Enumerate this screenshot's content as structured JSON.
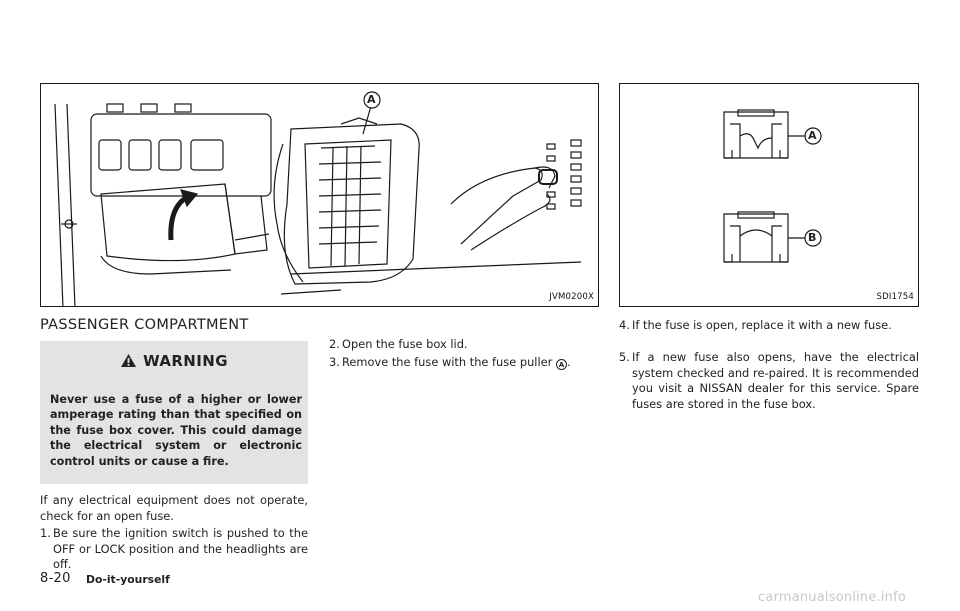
{
  "figures": {
    "main_code": "JVM0200X",
    "fuse_code": "SDI1754",
    "callout_a": "A",
    "callout_b": "B"
  },
  "section": {
    "heading": "PASSENGER COMPARTMENT"
  },
  "warning": {
    "title": "WARNING",
    "icon": "warning-triangle-icon",
    "text": "Never use a fuse of a higher or lower amperage rating than that specified on the fuse box cover. This could damage the electrical system or electronic control units or cause a fire."
  },
  "intro": "If any electrical equipment does not operate, check for an open fuse.",
  "steps": [
    {
      "num": "1.",
      "text": "Be sure the ignition switch is pushed to the OFF or LOCK position and the headlights are off."
    },
    {
      "num": "2.",
      "text": "Open the fuse box lid."
    },
    {
      "num": "3.",
      "text": "Remove the fuse with the fuse puller",
      "callout": "A"
    },
    {
      "num": "4.",
      "text": "If the fuse is open, replace it with a new fuse."
    },
    {
      "num": "5.",
      "text": "If a new fuse also opens, have the electrical system checked and re-paired. It is recommended you visit a NISSAN dealer for this service. Spare fuses are stored in the fuse box."
    }
  ],
  "footer": {
    "page": "8-20",
    "section": "Do-it-yourself"
  },
  "watermark": "carmanualsonline.info"
}
